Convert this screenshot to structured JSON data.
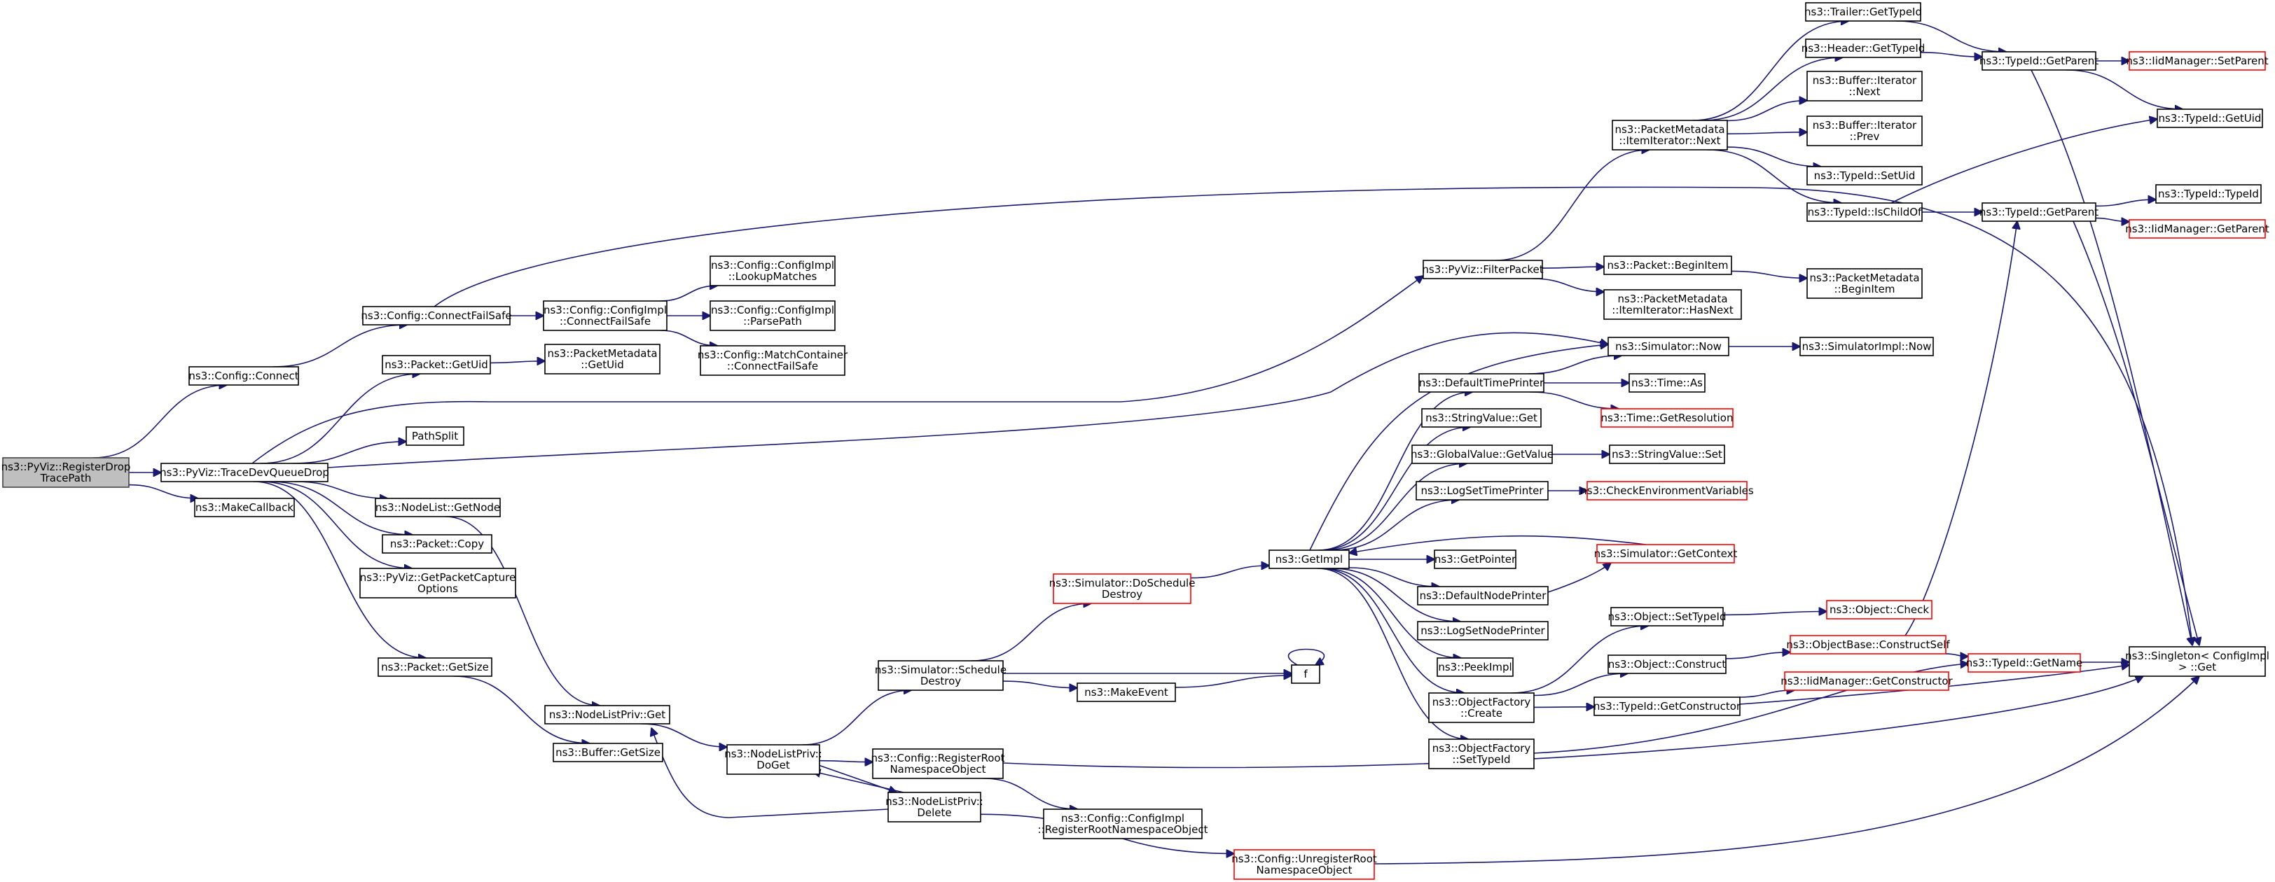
{
  "diagram": {
    "colors": {
      "edge": "#191970",
      "node_border": "#000000",
      "truncated_border": "#ff0000",
      "root_fill": "#bfbfbf"
    },
    "nodes": [
      {
        "id": "root",
        "lines": [
          "ns3::PyViz::RegisterDrop",
          "TracePath"
        ],
        "style": "root"
      },
      {
        "id": "connect",
        "lines": [
          "ns3::Config::Connect"
        ]
      },
      {
        "id": "tdq",
        "lines": [
          "ns3::PyViz::TraceDevQueueDrop"
        ]
      },
      {
        "id": "mcb",
        "lines": [
          "ns3::MakeCallback"
        ]
      },
      {
        "id": "cfs",
        "lines": [
          "ns3::Config::ConnectFailSafe"
        ]
      },
      {
        "id": "cicfs",
        "lines": [
          "ns3::Config::ConfigImpl",
          "::ConnectFailSafe"
        ]
      },
      {
        "id": "lm",
        "lines": [
          "ns3::Config::ConfigImpl",
          "::LookupMatches"
        ]
      },
      {
        "id": "pp",
        "lines": [
          "ns3::Config::ConfigImpl",
          "::ParsePath"
        ]
      },
      {
        "id": "mccfs",
        "lines": [
          "ns3::Config::MatchContainer",
          "::ConnectFailSafe"
        ]
      },
      {
        "id": "pguid",
        "lines": [
          "ns3::Packet::GetUid"
        ]
      },
      {
        "id": "pmguid",
        "lines": [
          "ns3::PacketMetadata",
          "::GetUid"
        ]
      },
      {
        "id": "psplit",
        "lines": [
          "PathSplit"
        ]
      },
      {
        "id": "nlgn",
        "lines": [
          "ns3::NodeList::GetNode"
        ]
      },
      {
        "id": "pcopy",
        "lines": [
          "ns3::Packet::Copy"
        ]
      },
      {
        "id": "gpco",
        "lines": [
          "ns3::PyViz::GetPacketCapture",
          "Options"
        ]
      },
      {
        "id": "pgsize",
        "lines": [
          "ns3::Packet::GetSize"
        ]
      },
      {
        "id": "nlpget",
        "lines": [
          "ns3::NodeListPriv::Get"
        ]
      },
      {
        "id": "bgsize",
        "lines": [
          "ns3::Buffer::GetSize"
        ]
      },
      {
        "id": "nlpdoget",
        "lines": [
          "ns3::NodeListPriv::",
          "DoGet"
        ]
      },
      {
        "id": "nlpdel",
        "lines": [
          "ns3::NodeListPriv::",
          "Delete"
        ]
      },
      {
        "id": "simsd",
        "lines": [
          "ns3::Simulator::Schedule",
          "Destroy"
        ]
      },
      {
        "id": "crrno",
        "lines": [
          "ns3::Config::RegisterRoot",
          "NamespaceObject"
        ]
      },
      {
        "id": "cicrrno",
        "lines": [
          "ns3::Config::ConfigImpl",
          "::RegisterRootNamespaceObject"
        ]
      },
      {
        "id": "curno",
        "lines": [
          "ns3::Config::UnregisterRoot",
          "NamespaceObject"
        ],
        "style": "trunc"
      },
      {
        "id": "mkevent",
        "lines": [
          "ns3::MakeEvent"
        ]
      },
      {
        "id": "f",
        "lines": [
          "f"
        ]
      },
      {
        "id": "simdsd",
        "lines": [
          "ns3::Simulator::DoSchedule",
          "Destroy"
        ],
        "style": "trunc"
      },
      {
        "id": "getimpl",
        "lines": [
          "ns3::GetImpl"
        ]
      },
      {
        "id": "fp",
        "lines": [
          "ns3::PyViz::FilterPacket"
        ]
      },
      {
        "id": "pmiin",
        "lines": [
          "ns3::PacketMetadata",
          "::ItemIterator::Next"
        ]
      },
      {
        "id": "pbi",
        "lines": [
          "ns3::Packet::BeginItem"
        ]
      },
      {
        "id": "pmiihn",
        "lines": [
          "ns3::PacketMetadata",
          "::ItemIterator::HasNext"
        ]
      },
      {
        "id": "pmbi",
        "lines": [
          "ns3::PacketMetadata",
          "::BeginItem"
        ]
      },
      {
        "id": "simnow",
        "lines": [
          "ns3::Simulator::Now"
        ]
      },
      {
        "id": "simimplnow",
        "lines": [
          "ns3::SimulatorImpl::Now"
        ]
      },
      {
        "id": "dtp",
        "lines": [
          "ns3::DefaultTimePrinter"
        ]
      },
      {
        "id": "timeas",
        "lines": [
          "ns3::Time::As"
        ]
      },
      {
        "id": "timegr",
        "lines": [
          "ns3::Time::GetResolution"
        ],
        "style": "trunc"
      },
      {
        "id": "svget",
        "lines": [
          "ns3::StringValue::Get"
        ]
      },
      {
        "id": "gvgv",
        "lines": [
          "ns3::GlobalValue::GetValue"
        ]
      },
      {
        "id": "svset",
        "lines": [
          "ns3::StringValue::Set"
        ]
      },
      {
        "id": "lstp",
        "lines": [
          "ns3::LogSetTimePrinter"
        ]
      },
      {
        "id": "cev",
        "lines": [
          "ns3::CheckEnvironmentVariables"
        ],
        "style": "trunc"
      },
      {
        "id": "getptr",
        "lines": [
          "ns3::GetPointer"
        ]
      },
      {
        "id": "simgc",
        "lines": [
          "ns3::Simulator::GetContext"
        ],
        "style": "trunc"
      },
      {
        "id": "dnp",
        "lines": [
          "ns3::DefaultNodePrinter"
        ]
      },
      {
        "id": "lsnp",
        "lines": [
          "ns3::LogSetNodePrinter"
        ]
      },
      {
        "id": "peekimpl",
        "lines": [
          "ns3::PeekImpl"
        ]
      },
      {
        "id": "ofcreate",
        "lines": [
          "ns3::ObjectFactory",
          "::Create"
        ]
      },
      {
        "id": "ofsti",
        "lines": [
          "ns3::ObjectFactory",
          "::SetTypeId"
        ]
      },
      {
        "id": "osti",
        "lines": [
          "ns3::Object::SetTypeId"
        ]
      },
      {
        "id": "ocheck",
        "lines": [
          "ns3::Object::Check"
        ],
        "style": "trunc"
      },
      {
        "id": "oconstruct",
        "lines": [
          "ns3::Object::Construct"
        ]
      },
      {
        "id": "obcs",
        "lines": [
          "ns3::ObjectBase::ConstructSelf"
        ],
        "style": "trunc"
      },
      {
        "id": "tigc",
        "lines": [
          "ns3::TypeId::GetConstructor"
        ]
      },
      {
        "id": "iidmgc",
        "lines": [
          "ns3::IidManager::GetConstructor"
        ],
        "style": "trunc"
      },
      {
        "id": "tign",
        "lines": [
          "ns3::TypeId::GetName"
        ],
        "style": "trunc"
      },
      {
        "id": "singleton",
        "lines": [
          "ns3::Singleton< ConfigImpl",
          "> ::Get"
        ]
      },
      {
        "id": "trgti",
        "lines": [
          "ns3::Trailer::GetTypeId"
        ]
      },
      {
        "id": "hgti",
        "lines": [
          "ns3::Header::GetTypeId"
        ]
      },
      {
        "id": "bin",
        "lines": [
          "ns3::Buffer::Iterator",
          "::Next"
        ]
      },
      {
        "id": "bip",
        "lines": [
          "ns3::Buffer::Iterator",
          "::Prev"
        ]
      },
      {
        "id": "tisu",
        "lines": [
          "ns3::TypeId::SetUid"
        ]
      },
      {
        "id": "tiico",
        "lines": [
          "ns3::TypeId::IsChildOf"
        ]
      },
      {
        "id": "tigp",
        "lines": [
          "ns3::TypeId::GetParent"
        ]
      },
      {
        "id": "tigetp",
        "lines": [
          "ns3::TypeId::GetParent"
        ]
      },
      {
        "id": "iidmsp",
        "lines": [
          "ns3::IidManager::SetParent"
        ],
        "style": "trunc"
      },
      {
        "id": "tiguid",
        "lines": [
          "ns3::TypeId::GetUid"
        ]
      },
      {
        "id": "titi",
        "lines": [
          "ns3::TypeId::TypeId"
        ]
      },
      {
        "id": "iidmgp",
        "lines": [
          "ns3::IidManager::GetParent"
        ],
        "style": "trunc"
      }
    ],
    "edges": [
      [
        "root",
        "connect"
      ],
      [
        "root",
        "tdq"
      ],
      [
        "root",
        "mcb"
      ],
      [
        "connect",
        "cfs"
      ],
      [
        "cfs",
        "cicfs"
      ],
      [
        "cfs",
        "singleton"
      ],
      [
        "cicfs",
        "lm"
      ],
      [
        "cicfs",
        "pp"
      ],
      [
        "cicfs",
        "mccfs"
      ],
      [
        "tdq",
        "pguid"
      ],
      [
        "tdq",
        "fp"
      ],
      [
        "tdq",
        "simnow"
      ],
      [
        "tdq",
        "psplit"
      ],
      [
        "tdq",
        "nlgn"
      ],
      [
        "tdq",
        "pcopy"
      ],
      [
        "tdq",
        "gpco"
      ],
      [
        "tdq",
        "pgsize"
      ],
      [
        "pguid",
        "pmguid"
      ],
      [
        "nlgn",
        "nlpget"
      ],
      [
        "pgsize",
        "bgsize"
      ],
      [
        "nlpget",
        "nlpdoget"
      ],
      [
        "nlpdoget",
        "simsd"
      ],
      [
        "nlpdoget",
        "crrno"
      ],
      [
        "nlpdoget",
        "nlpdel"
      ],
      [
        "nlpdel",
        "nlpdoget"
      ],
      [
        "nlpdel",
        "nlpget"
      ],
      [
        "nlpdel",
        "curno"
      ],
      [
        "crrno",
        "cicrrno"
      ],
      [
        "crrno",
        "singleton"
      ],
      [
        "curno",
        "singleton"
      ],
      [
        "simsd",
        "simdsd"
      ],
      [
        "simsd",
        "mkevent"
      ],
      [
        "simsd",
        "f"
      ],
      [
        "mkevent",
        "f"
      ],
      [
        "f",
        "f"
      ],
      [
        "simdsd",
        "getimpl"
      ],
      [
        "getimpl",
        "simnow"
      ],
      [
        "getimpl",
        "dtp"
      ],
      [
        "getimpl",
        "svget"
      ],
      [
        "getimpl",
        "gvgv"
      ],
      [
        "getimpl",
        "lstp"
      ],
      [
        "getimpl",
        "getptr"
      ],
      [
        "getimpl",
        "dnp"
      ],
      [
        "getimpl",
        "lsnp"
      ],
      [
        "getimpl",
        "peekimpl"
      ],
      [
        "getimpl",
        "ofcreate"
      ],
      [
        "getimpl",
        "ofsti"
      ],
      [
        "simgc",
        "getimpl"
      ],
      [
        "dnp",
        "simgc"
      ],
      [
        "dtp",
        "simnow"
      ],
      [
        "dtp",
        "timeas"
      ],
      [
        "dtp",
        "timegr"
      ],
      [
        "simnow",
        "simimplnow"
      ],
      [
        "gvgv",
        "svset"
      ],
      [
        "lstp",
        "cev"
      ],
      [
        "ofcreate",
        "osti"
      ],
      [
        "ofcreate",
        "oconstruct"
      ],
      [
        "ofcreate",
        "tigc"
      ],
      [
        "ofsti",
        "tign"
      ],
      [
        "osti",
        "ocheck"
      ],
      [
        "oconstruct",
        "obcs"
      ],
      [
        "obcs",
        "tign"
      ],
      [
        "obcs",
        "tigp"
      ],
      [
        "tigc",
        "iidmgc"
      ],
      [
        "tigc",
        "singleton"
      ],
      [
        "tign",
        "singleton"
      ],
      [
        "fp",
        "pmiin"
      ],
      [
        "fp",
        "pbi"
      ],
      [
        "fp",
        "pmiihn"
      ],
      [
        "pbi",
        "pmbi"
      ],
      [
        "pmiin",
        "trgti"
      ],
      [
        "pmiin",
        "hgti"
      ],
      [
        "pmiin",
        "bin"
      ],
      [
        "pmiin",
        "bip"
      ],
      [
        "pmiin",
        "tisu"
      ],
      [
        "pmiin",
        "tiico"
      ],
      [
        "trgti",
        "tigetp"
      ],
      [
        "hgti",
        "tigetp"
      ],
      [
        "tigetp",
        "iidmsp"
      ],
      [
        "tigetp",
        "tiguid"
      ],
      [
        "tigetp",
        "singleton"
      ],
      [
        "tiico",
        "tigp"
      ],
      [
        "tiico",
        "tiguid"
      ],
      [
        "tigp",
        "titi"
      ],
      [
        "tigp",
        "iidmgp"
      ],
      [
        "tigp",
        "singleton"
      ]
    ]
  }
}
